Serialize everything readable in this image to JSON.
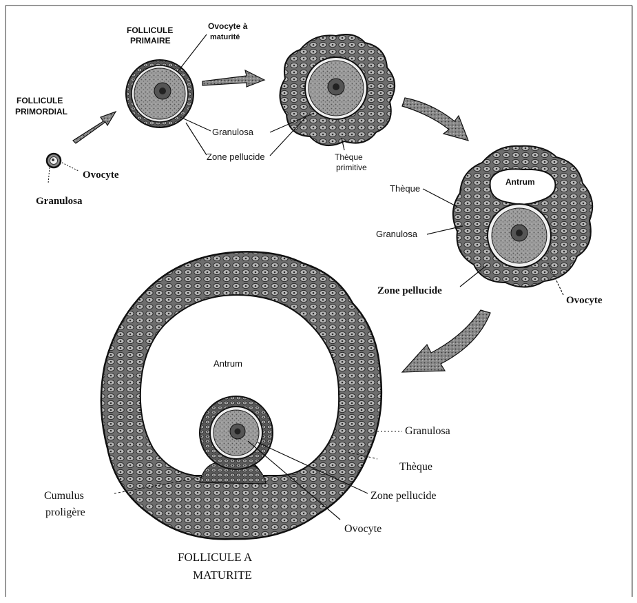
{
  "labels": {
    "follicule_primordial_line1": "FOLLICULE",
    "follicule_primordial_line2": "PRIMORDIAL",
    "primordial_ovocyte": "Ovocyte",
    "primordial_granulosa": "Granulosa",
    "follicule_primaire_line1": "FOLLICULE",
    "follicule_primaire_line2": "PRIMAIRE",
    "ovocyte_a_maturite_line1": "Ovocyte à",
    "ovocyte_a_maturite_line2": "maturité",
    "secondary_granulosa": "Granulosa",
    "secondary_zone_pellucide": "Zone pellucide",
    "theque_primitive_line1": "Thèque",
    "theque_primitive_line2": "primitive",
    "tertiary_antrum": "Antrum",
    "tertiary_theque": "Thèque",
    "tertiary_granulosa": "Granulosa",
    "tertiary_zone_pellucide": "Zone pellucide",
    "tertiary_ovocyte": "Ovocyte",
    "mature_antrum": "Antrum",
    "mature_granulosa": "Granulosa",
    "mature_theque": "Thèque",
    "mature_zone_pellucide": "Zone pellucide",
    "mature_ovocyte": "Ovocyte",
    "cumulus_line1": "Cumulus",
    "cumulus_line2": "proligère",
    "follicule_maturite_line1": "FOLLICULE A",
    "follicule_maturite_line2": "MATURITE"
  },
  "colors": {
    "ink": "#111111",
    "cell_fill": "#7d7d7d",
    "cell_dark": "#3c3c3c",
    "cytoplasm": "#9a9a9a",
    "nucleus": "#4a4a4a",
    "antrum": "#ffffff"
  }
}
